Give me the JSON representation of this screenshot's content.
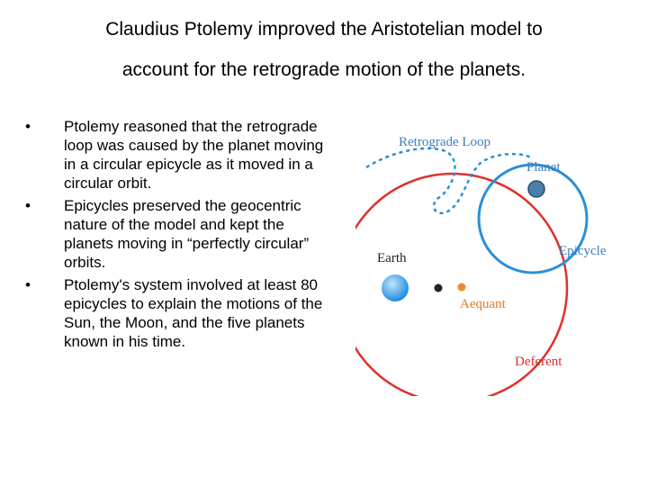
{
  "slide": {
    "title_line1": "Claudius Ptolemy improved the Aristotelian model to",
    "title_line2": "account for the retrograde motion of the planets.",
    "bullet_marker": "•",
    "bullets": [
      "Ptolemy reasoned that the retrograde loop was caused by the planet moving in a circular epicycle as it moved in a circular orbit.",
      "Epicycles preserved the geocentric nature of the model and kept the planets moving in “perfectly circular” orbits.",
      "Ptolemy's system involved at least 80 epicycles to explain the motions of the Sun, the Moon, and the five planets known in his time."
    ]
  },
  "diagram": {
    "labels": {
      "retrograde_loop": "Retrograde Loop",
      "planet": "Planet",
      "epicycle": "Epicycle",
      "earth": "Earth",
      "aequant": "Aequant",
      "deferent": "Deferent"
    },
    "colors": {
      "deferent": "#e0302a",
      "epicycle": "#2a8fd8",
      "label_blue": "#3a7fc0",
      "label_orange": "#e07a2a",
      "label_red": "#d0302a",
      "earth": "#3aa0f0",
      "planet": "#4a7fa8",
      "aequant": "#f08a30",
      "center": "#222222"
    }
  }
}
